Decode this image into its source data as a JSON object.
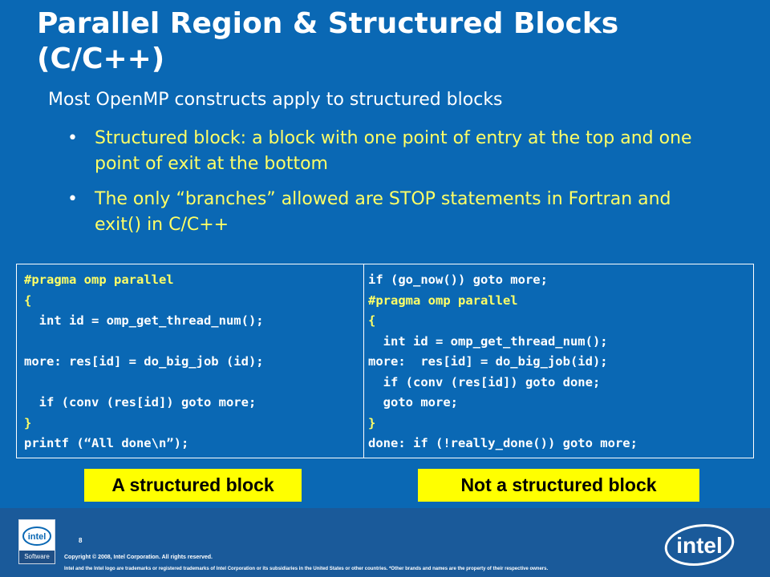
{
  "slide": {
    "title": "Parallel Region & Structured Blocks (C/C++)",
    "intro": "Most OpenMP constructs apply to structured blocks",
    "bullets": [
      "Structured block: a block with one point of entry at the top and one point of exit at the bottom",
      "The only “branches” allowed are STOP statements in Fortran and exit() in C/C++"
    ],
    "bullet_glyph": "•"
  },
  "code": {
    "left": [
      "#pragma omp parallel",
      "{",
      "  int id = omp_get_thread_num();",
      "",
      "more: res[id] = do_big_job (id);",
      "",
      "  if (conv (res[id]) goto more;",
      "}",
      "printf (“All done\\n”);"
    ],
    "right": [
      "if (go_now()) goto more;",
      "#pragma omp parallel",
      "{",
      "  int id = omp_get_thread_num();",
      "more:  res[id] = do_big_job(id);",
      "  if (conv (res[id]) goto done;",
      "  goto more;",
      "}",
      "done: if (!really_done()) goto more;"
    ]
  },
  "captions": {
    "left": "A structured block",
    "right": "Not a structured block"
  },
  "footer": {
    "page_number": "8",
    "copyright": "Copyright © 2008, Intel Corporation. All rights reserved.",
    "trademark": "Intel and the Intel logo are trademarks or registered trademarks of Intel Corporation or its subsidiaries in the United States or other countries. *Other brands and names are the property of their respective owners.",
    "software_logo_mark": "intel",
    "software_logo_text": "Software",
    "intel_logo_text": "intel"
  },
  "colors": {
    "background": "#0a68b4",
    "bullet_text": "#ffff66",
    "code_highlight": "#ffff66",
    "caption_bg": "#ffff00",
    "footer_bg": "#1a5a9a"
  }
}
